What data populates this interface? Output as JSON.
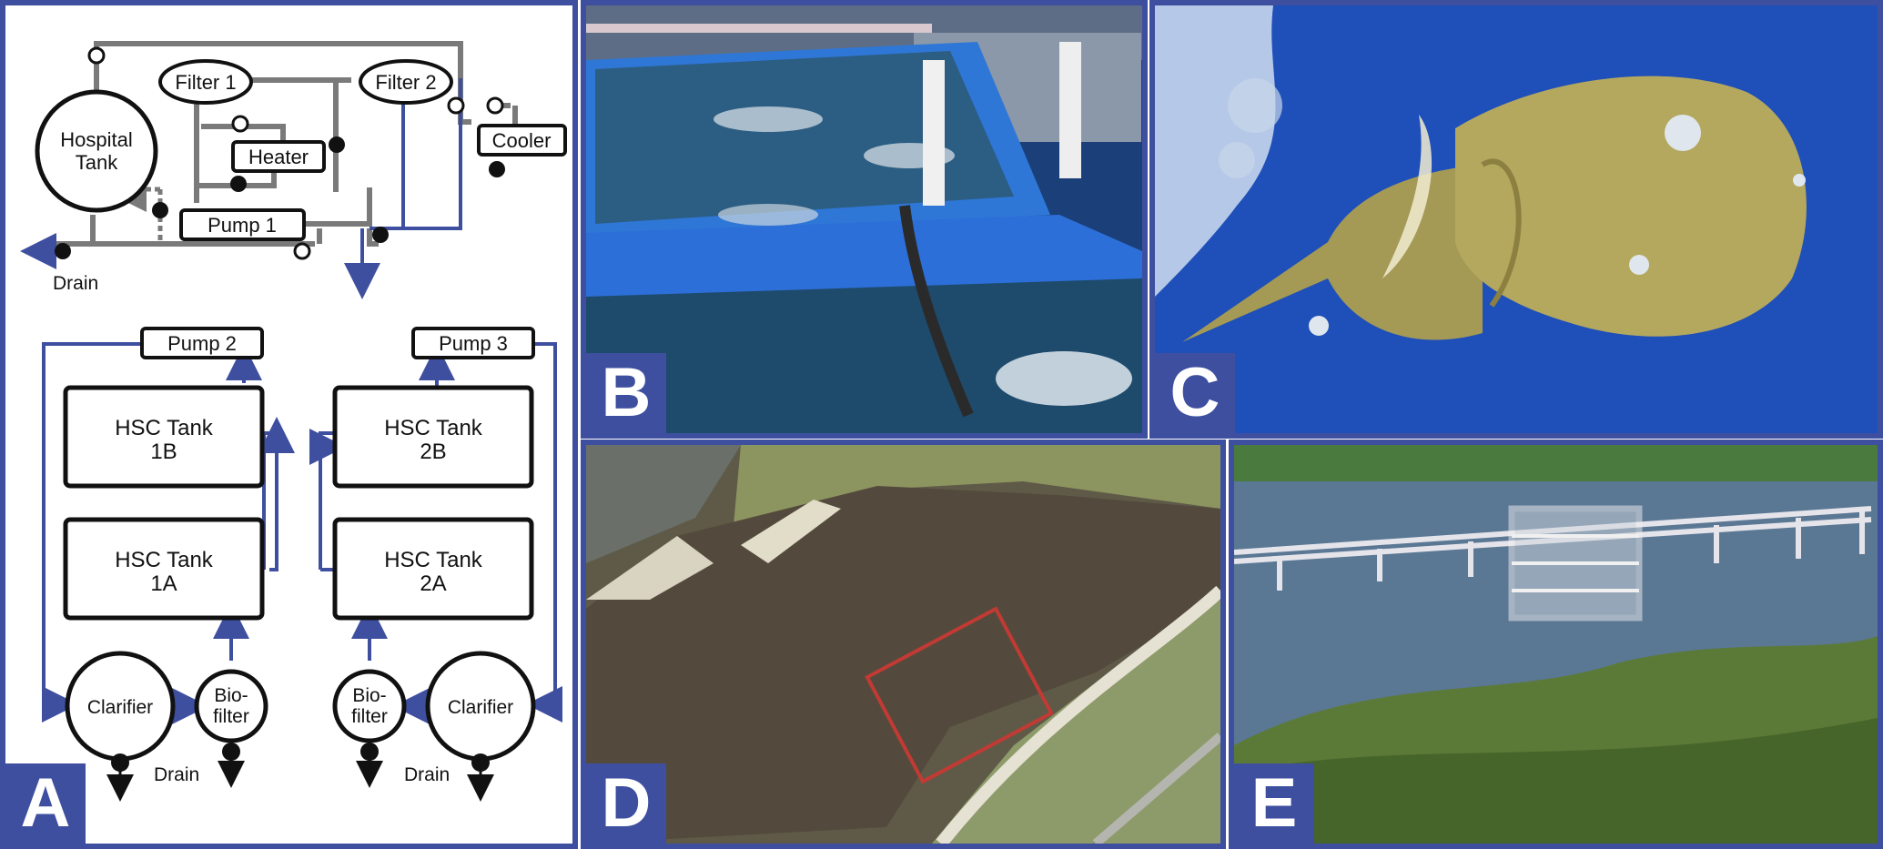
{
  "panels": {
    "a": {
      "letter": "A"
    },
    "b": {
      "letter": "B"
    },
    "c": {
      "letter": "C"
    },
    "d": {
      "letter": "D"
    },
    "e": {
      "letter": "E"
    }
  },
  "diagram": {
    "hospital_tank": [
      "Hospital",
      "Tank"
    ],
    "filter1": "Filter 1",
    "filter2": "Filter 2",
    "heater": "Heater",
    "cooler": "Cooler",
    "pump1": "Pump 1",
    "drain": "Drain",
    "pump2": "Pump 2",
    "pump3": "Pump 3",
    "tank_1b": [
      "HSC Tank",
      "1B"
    ],
    "tank_1a": [
      "HSC Tank",
      "1A"
    ],
    "tank_2b": [
      "HSC Tank",
      "2B"
    ],
    "tank_2a": [
      "HSC Tank",
      "2A"
    ],
    "clarifier": "Clarifier",
    "biofilter": [
      "Bio-",
      "filter"
    ]
  },
  "colors": {
    "frame": "#3f4fa0",
    "blue_line": "#3f4fa0",
    "gray_line": "#7a7a7a",
    "ink": "#111111"
  }
}
